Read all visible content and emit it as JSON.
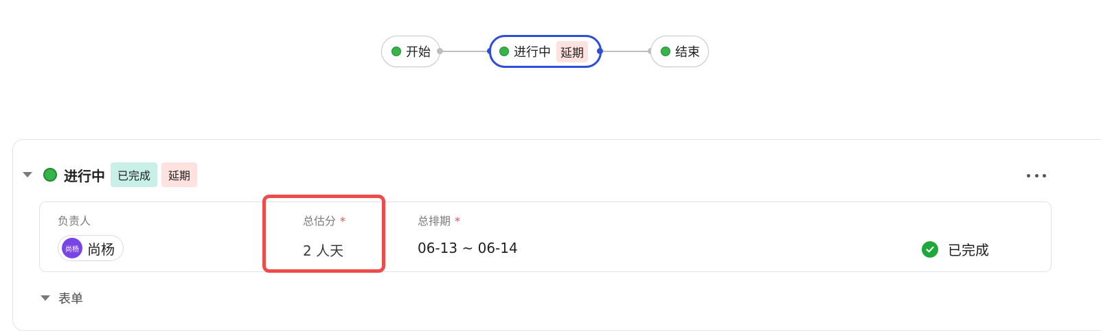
{
  "flow": {
    "nodes": [
      {
        "label": "开始"
      },
      {
        "label": "进行中",
        "tag": "延期"
      },
      {
        "label": "结束"
      }
    ]
  },
  "stage": {
    "title": "进行中",
    "tags": {
      "done": "已完成",
      "delay": "延期"
    },
    "fields": {
      "assignee_label": "负责人",
      "assignee_avatar_text": "尚杨",
      "assignee_name": "尚杨",
      "estimate_label": "总估分",
      "estimate_value": "2 人天",
      "schedule_label": "总排期",
      "schedule_value": "06-13 ~ 06-14",
      "required_mark": "*"
    },
    "status": "已完成",
    "form_section_label": "表单"
  },
  "colors": {
    "accent": "#2f4ed8",
    "node_green": "#37b34a",
    "done_tag_bg": "#c8efe8",
    "delay_tag_bg": "#fde2df",
    "highlight": "#ee4b4b",
    "avatar_bg": "#7a45e6",
    "required": "#e5484d"
  },
  "icons": {
    "more": "more-horizontal-icon",
    "check": "check-circle-icon",
    "caret": "caret-down-icon"
  }
}
